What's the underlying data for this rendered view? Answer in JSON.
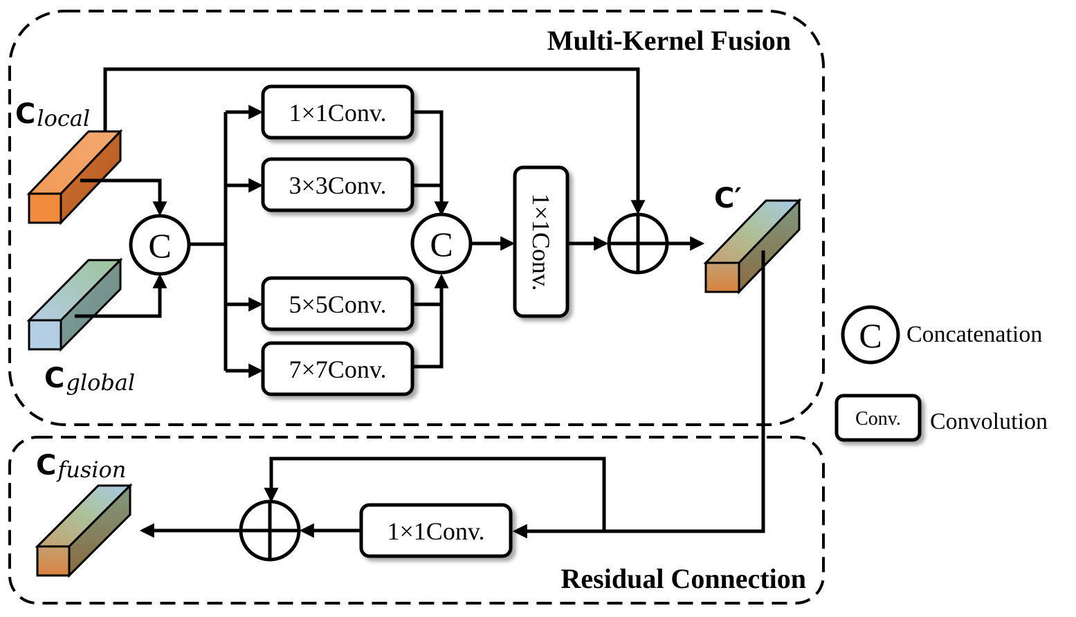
{
  "groups": {
    "multi_kernel": "Multi-Kernel Fusion",
    "residual": "Residual Connection"
  },
  "tensors": {
    "local": {
      "symbol": "C",
      "subscript": "local"
    },
    "global": {
      "symbol": "C",
      "subscript": "global"
    },
    "prime": {
      "symbol": "C′"
    },
    "fusion": {
      "symbol": "C",
      "subscript": "fusion"
    }
  },
  "ops": {
    "concat_symbol": "C",
    "conv1": "1×1Conv.",
    "conv3": "3×3Conv.",
    "conv5": "5×5Conv.",
    "conv7": "7×7Conv.",
    "conv_vertical": "1×1Conv.",
    "conv_residual": "1×1Conv."
  },
  "legend": {
    "concat_symbol": "C",
    "concat_label": "Concatenation",
    "conv_symbol": "Conv.",
    "conv_label": "Convolution"
  },
  "colors": {
    "local_front": "#f08a3c",
    "local_top": "#f3a066",
    "local_side": "#c0622a",
    "global_front": "#b3cde3",
    "global_top_a": "#8fbf8f",
    "global_top_b": "#b0c8e0",
    "fused_top_a": "#a9d0e8",
    "fused_top_b": "#9aa060",
    "fused_front_a": "#c89060",
    "fused_front_b": "#d9884a"
  }
}
